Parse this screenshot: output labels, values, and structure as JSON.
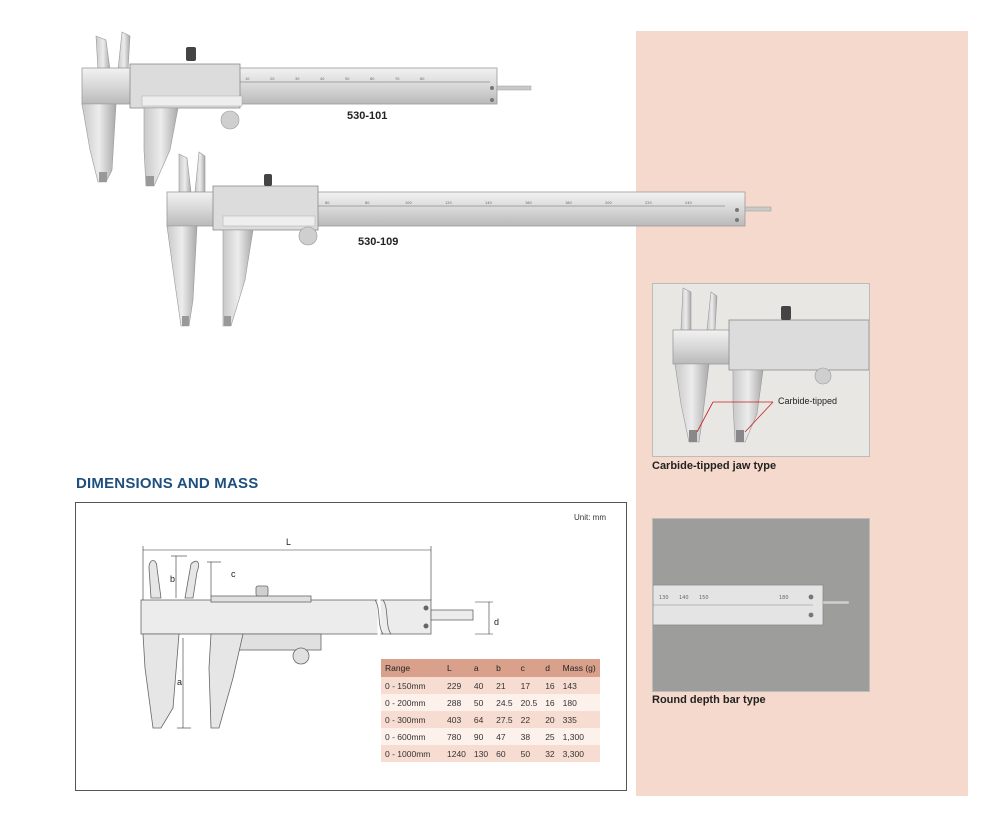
{
  "models": {
    "top": "530-101",
    "bottom": "530-109"
  },
  "section": {
    "title": "DIMENSIONS AND MASS"
  },
  "diagram": {
    "unit_label": "Unit: mm",
    "labels": {
      "L": "L",
      "a": "a",
      "b": "b",
      "c": "c",
      "d": "d"
    }
  },
  "table": {
    "headers": [
      "Range",
      "L",
      "a",
      "b",
      "c",
      "d",
      "Mass (g)"
    ],
    "rows": [
      [
        "0 - 150mm",
        "229",
        "40",
        "21",
        "17",
        "16",
        "143"
      ],
      [
        "0 - 200mm",
        "288",
        "50",
        "24.5",
        "20.5",
        "16",
        "180"
      ],
      [
        "0 - 300mm",
        "403",
        "64",
        "27.5",
        "22",
        "20",
        "335"
      ],
      [
        "0 - 600mm",
        "780",
        "90",
        "47",
        "38",
        "25",
        "1,300"
      ],
      [
        "0 - 1000mm",
        "1240",
        "130",
        "60",
        "50",
        "32",
        "3,300"
      ]
    ]
  },
  "photos": {
    "jaw": {
      "callout": "Carbide-tipped",
      "caption": "Carbide-tipped jaw type"
    },
    "depth": {
      "caption": "Round depth bar type"
    }
  },
  "colors": {
    "panel": "#f4d9cc",
    "title": "#1e4f7f",
    "table_header": "#d9a18c",
    "row_odd": "#f7dcd2",
    "row_even": "#fdf1ec"
  }
}
